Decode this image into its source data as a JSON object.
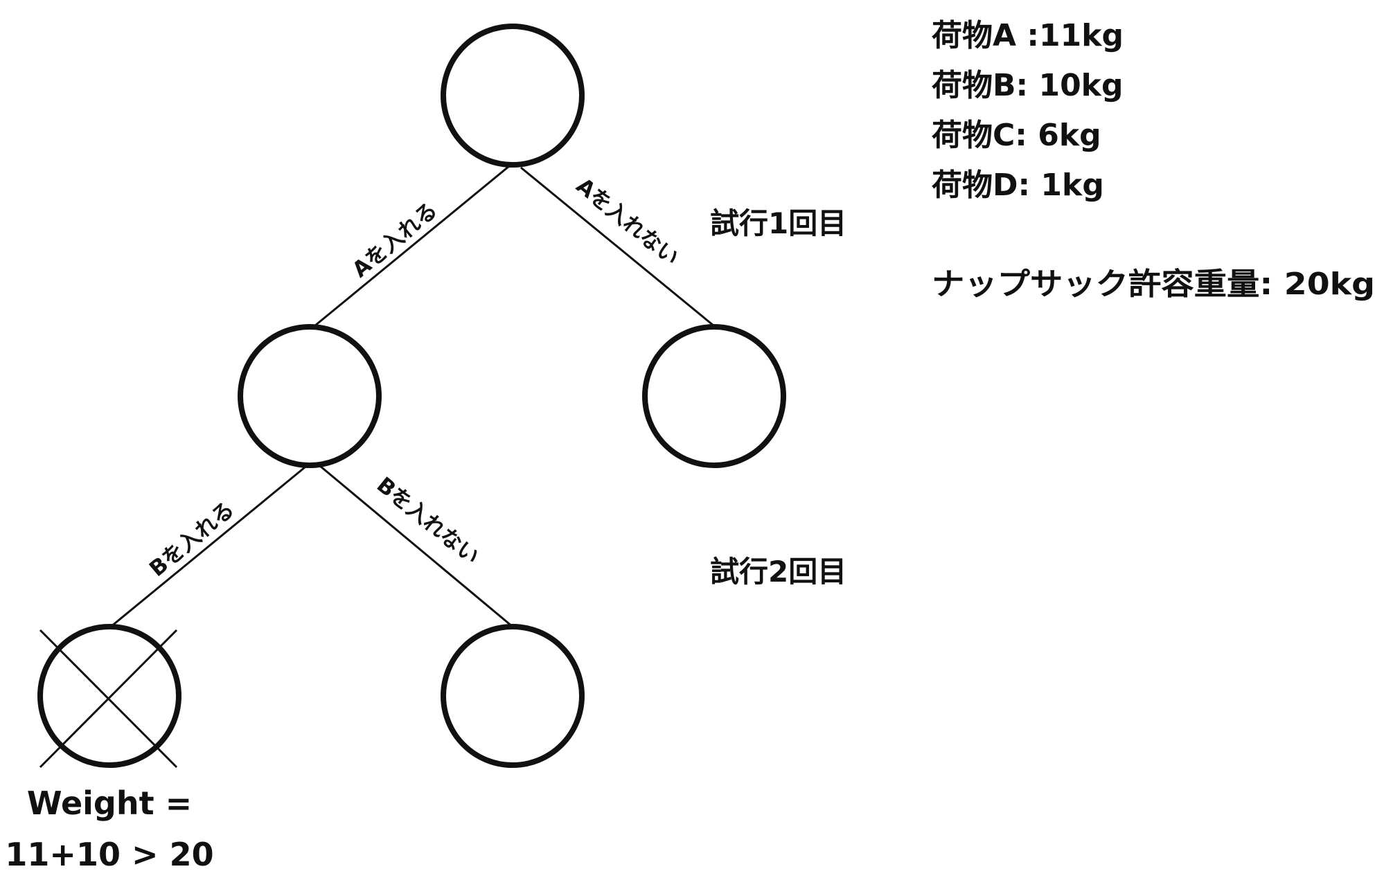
{
  "items": [
    {
      "label": "荷物A :11kg"
    },
    {
      "label": "荷物B: 10kg"
    },
    {
      "label": "荷物C: 6kg"
    },
    {
      "label": "荷物D: 1kg"
    }
  ],
  "capacity": {
    "label": "ナップサック許容重量: 20kg"
  },
  "trials": {
    "first": "試行1回目",
    "second": "試行2回目"
  },
  "edges": {
    "take_a": "Aを入れる",
    "skip_a": "Aを入れない",
    "take_b": "Bを入れる",
    "skip_b": "Bを入れない"
  },
  "rejected_node": {
    "weight_line1": "Weight =",
    "weight_line2": "11+10 > 20"
  }
}
